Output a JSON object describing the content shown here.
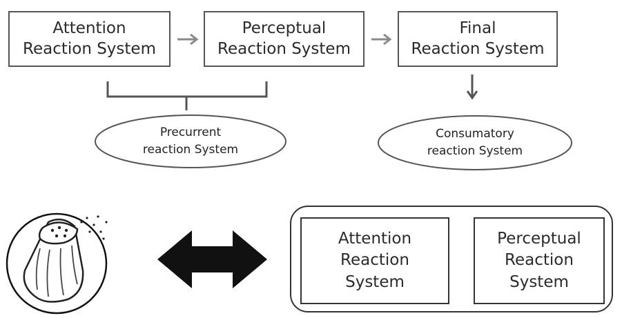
{
  "top_flow": {
    "boxes": [
      {
        "line1": "Attention",
        "line2": "Reaction System"
      },
      {
        "line1": "Perceptual",
        "line2": "Reaction System"
      },
      {
        "line1": "Final",
        "line2": "Reaction System"
      }
    ]
  },
  "ovals": [
    {
      "line1": "Precurrent",
      "line2": "reaction System"
    },
    {
      "line1": "Consumatory",
      "line2": "reaction System"
    }
  ],
  "bottom_panel": {
    "boxes": [
      {
        "line1": "Attention",
        "line2": "Reaction",
        "line3": "System"
      },
      {
        "line1": "Perceptual",
        "line2": "Reaction",
        "line3": "System"
      }
    ]
  },
  "icons": {
    "stimulus": "salt-shaker-icon",
    "exchange": "double-arrow-icon"
  },
  "colors": {
    "stroke": "#555555",
    "arrow_gray": "#8a8a8a",
    "dark": "#111111"
  }
}
